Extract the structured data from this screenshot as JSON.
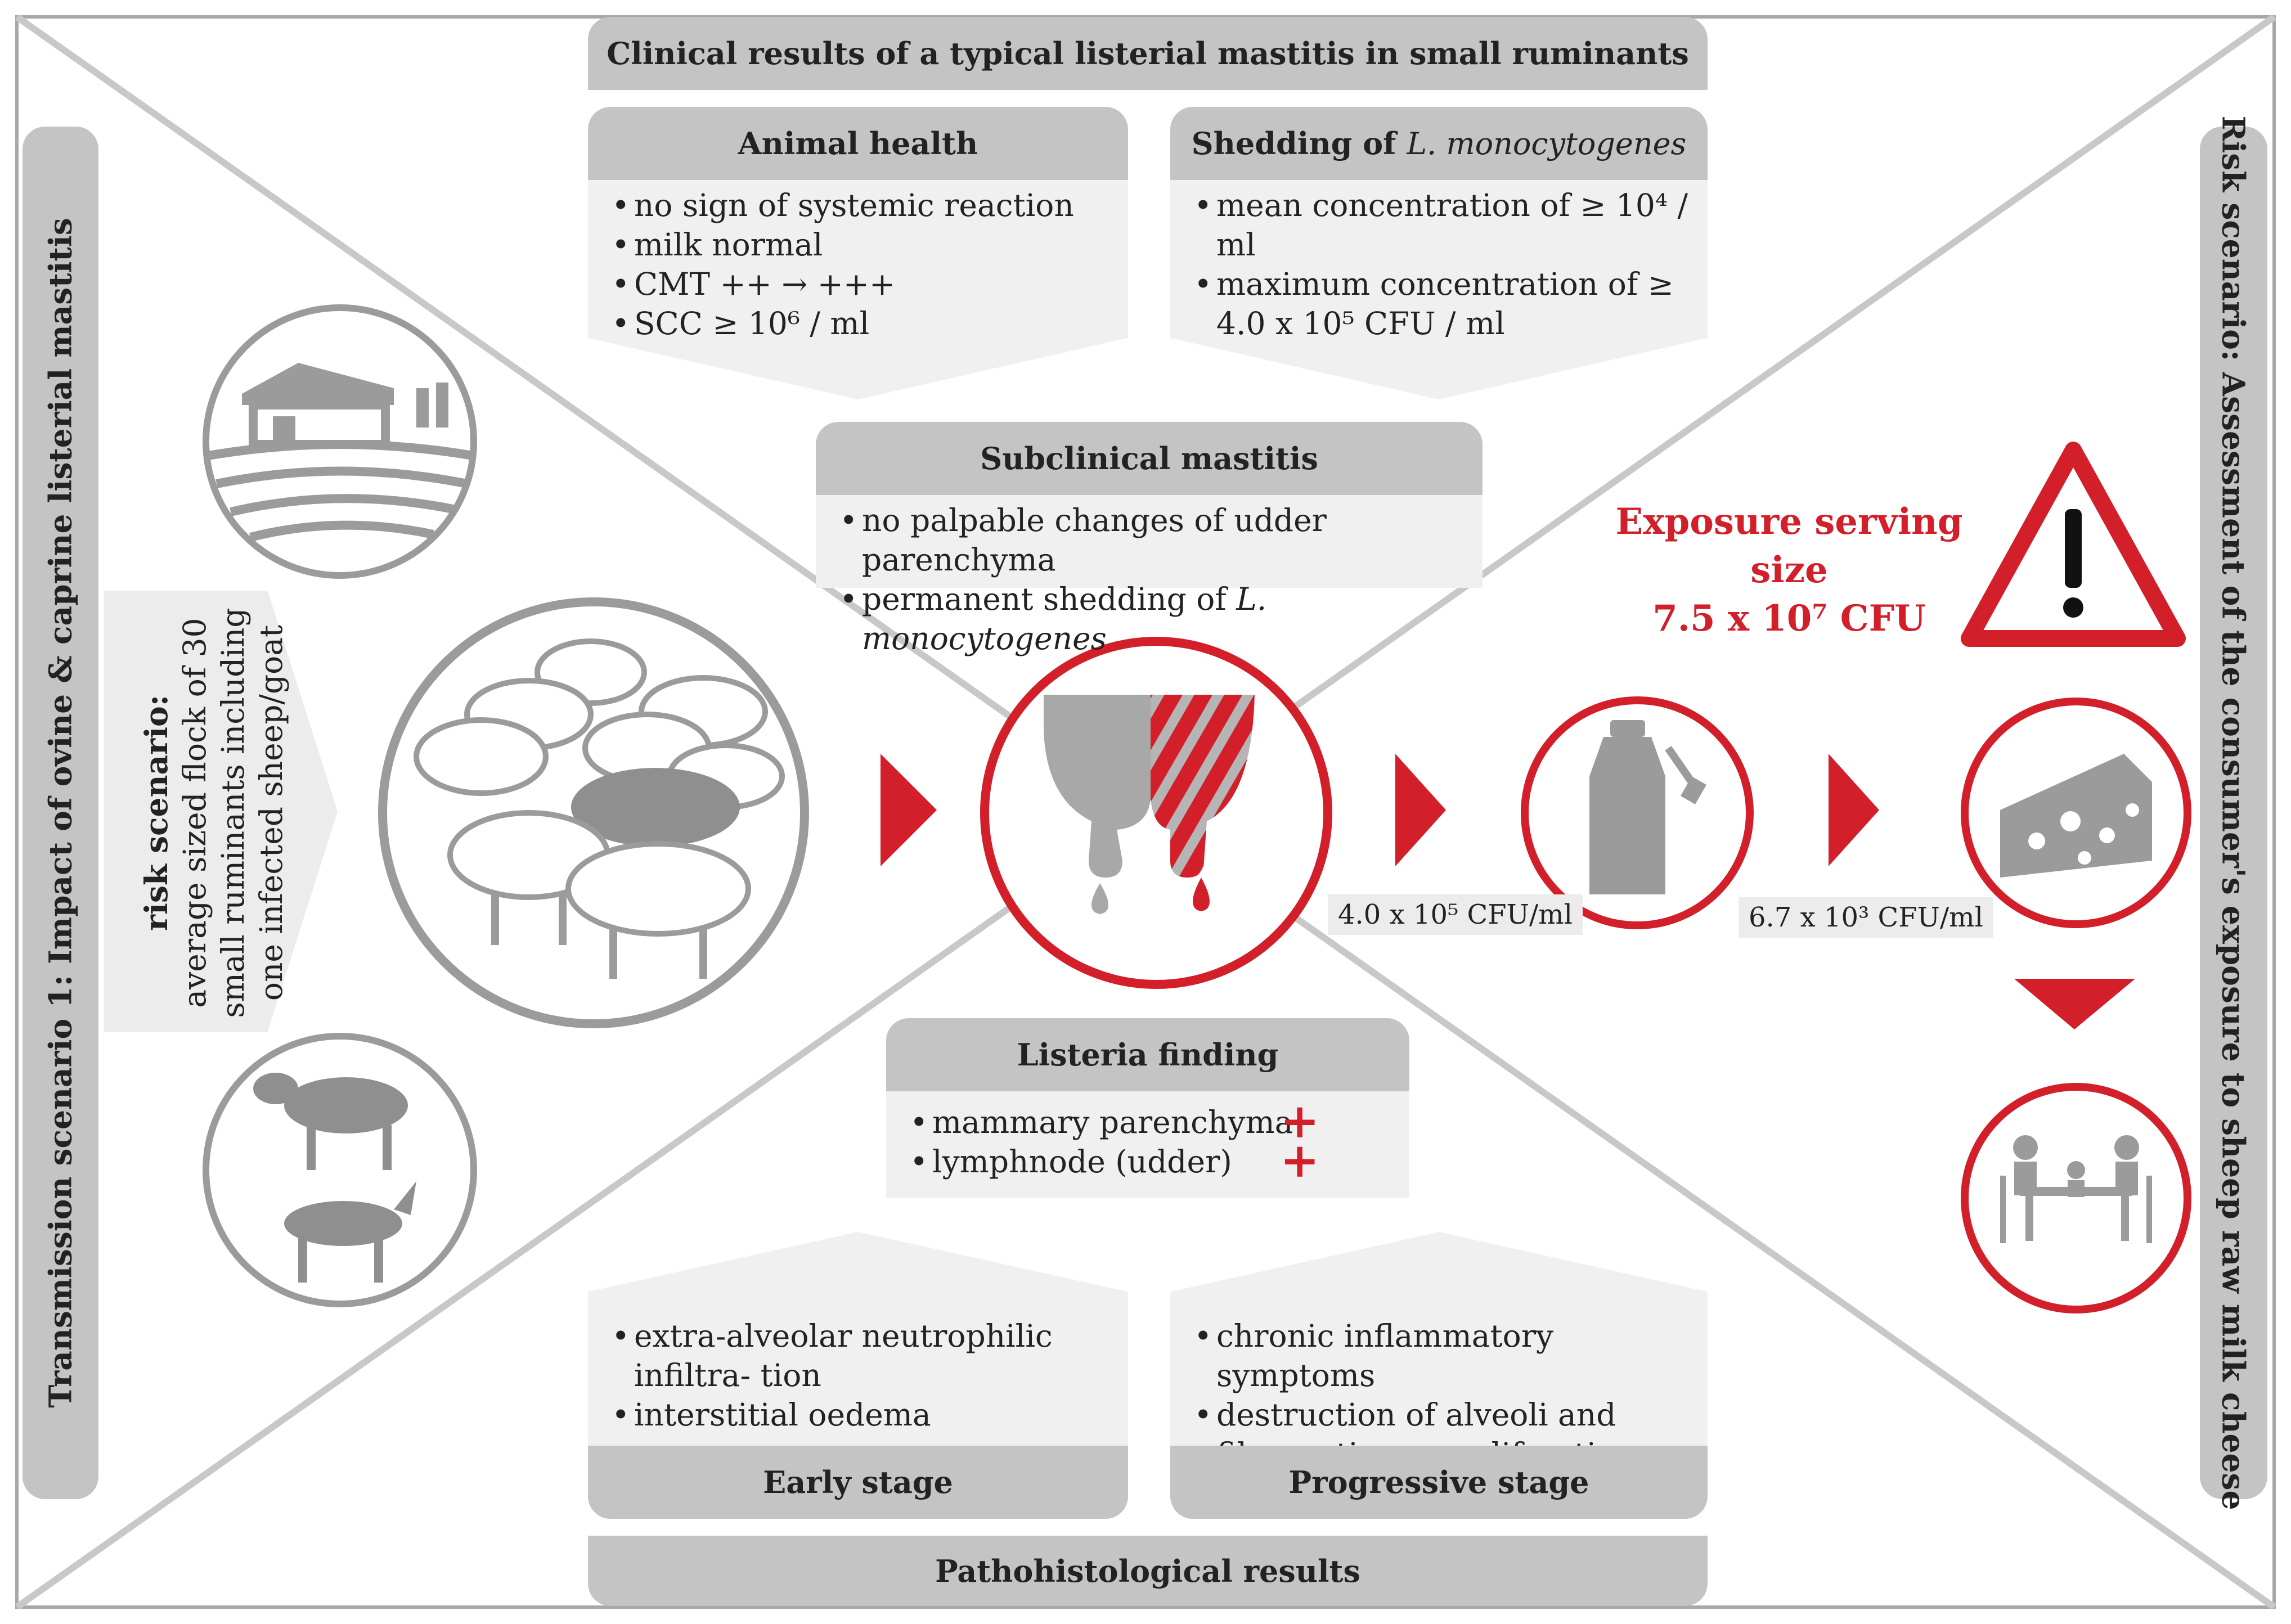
{
  "top": {
    "title": "Clinical results of a typical listerial mastitis in small ruminants"
  },
  "animal_health": {
    "title": "Animal health",
    "items": [
      "no sign of systemic reaction",
      "milk normal",
      "CMT ++ → +++",
      "SCC ≥ 10⁶ / ml"
    ]
  },
  "shedding": {
    "title_prefix": "Shedding of ",
    "title_italic": "L. monocytogenes",
    "items": [
      "mean concentration of ≥ 10⁴ / ml",
      "maximum concentration of ≥ 4.0 x 10⁵ CFU / ml"
    ]
  },
  "subclinical": {
    "title": "Subclinical mastitis",
    "item1": "no palpable changes of udder parenchyma",
    "item2_prefix": "permanent shedding of ",
    "item2_italic": "L. monocytogenes"
  },
  "left_tab": {
    "text": "Transmission scenario 1: Impact of ovine & caprine listerial mastitis"
  },
  "risk_arrow": {
    "title": "risk scenario:",
    "lines": [
      "average sized flock of 30",
      "small ruminants including",
      "one infected sheep/goat"
    ]
  },
  "right_tab": {
    "text": "Risk scenario: Assessment of the consumer's exposure to sheep raw milk cheese"
  },
  "exposure": {
    "line1": "Exposure serving size",
    "line2": "7.5 x 10⁷ CFU"
  },
  "concentrations": {
    "milk": "4.0 x 10⁵ CFU/ml",
    "cheese": "6.7 x 10³ CFU/ml"
  },
  "listeria_finding": {
    "title": "Listeria finding",
    "items": [
      "mammary parenchyma",
      "lymphnode (udder)"
    ]
  },
  "early_stage": {
    "title": "Early stage",
    "items": [
      "extra-alveolar neutrophilic infiltra- tion",
      "interstitial oedema"
    ]
  },
  "progressive_stage": {
    "title": "Progressive stage",
    "items": [
      "chronic inflammatory symptoms",
      "destruction of alveoli and fibrous tissue proliferation"
    ]
  },
  "bottom": {
    "title": "Pathohistological results"
  },
  "colors": {
    "accent_red": "#d21f2a",
    "grey": "#9b9b9b",
    "header_grey": "#c4c4c4",
    "panel_grey": "#f0f0f0"
  },
  "icons": [
    "farm-icon",
    "sheep-flock-icon",
    "sheep-goat-icon",
    "udder-icon",
    "milk-can-icon",
    "cheese-icon",
    "family-meal-icon",
    "warning-icon"
  ]
}
